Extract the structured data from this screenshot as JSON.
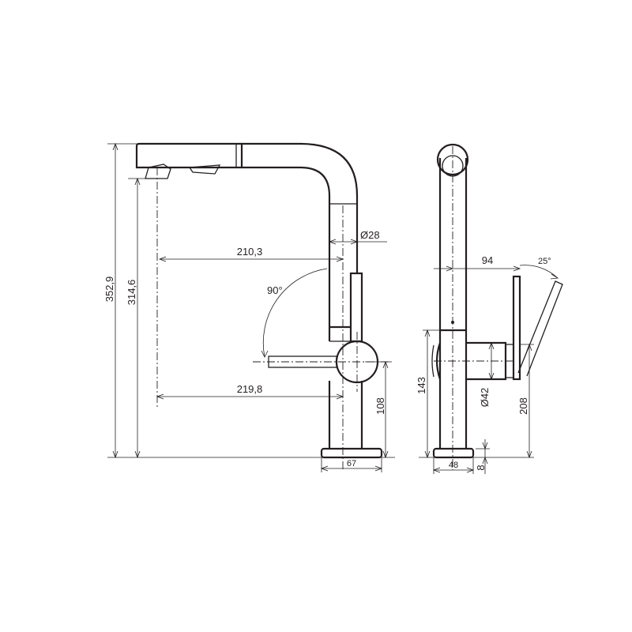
{
  "dimensions": {
    "total_height": "352,9",
    "spout_height": "314,6",
    "reach": "210,3",
    "reach_lever": "219,8",
    "spout_diameter": "Ø28",
    "rotation_angle": "90°",
    "lever_height_front": "108",
    "base_width_front": "67",
    "lever_offset": "94",
    "lever_angle": "25°",
    "lever_height_side": "143",
    "body_diameter": "Ø42",
    "height_side": "208",
    "base_width_side": "48",
    "base_height": "8"
  }
}
